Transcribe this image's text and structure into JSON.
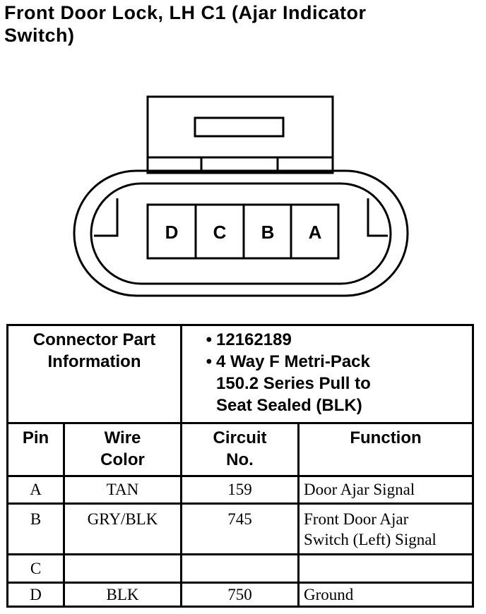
{
  "title": {
    "line1": "Front Door Lock, LH C1 (Ajar Indicator",
    "line2": "Switch)"
  },
  "connector": {
    "pins": [
      "D",
      "C",
      "B",
      "A"
    ]
  },
  "part_info": {
    "label_line1": "Connector Part",
    "label_line2": "Information",
    "items": [
      {
        "bullet": "•",
        "lines": [
          "12162189"
        ]
      },
      {
        "bullet": "•",
        "lines": [
          "4 Way F Metri-Pack",
          "150.2 Series Pull to",
          "Seat Sealed (BLK)"
        ]
      }
    ]
  },
  "table": {
    "headers": {
      "pin": "Pin",
      "wire_color_1": "Wire",
      "wire_color_2": "Color",
      "circuit_1": "Circuit",
      "circuit_2": "No.",
      "function": "Function"
    },
    "rows": [
      {
        "pin": "A",
        "color": "TAN",
        "circuit": "159",
        "function_1": "Door Ajar Signal",
        "function_2": ""
      },
      {
        "pin": "B",
        "color": "GRY/BLK",
        "circuit": "745",
        "function_1": "Front Door Ajar",
        "function_2": "Switch (Left) Signal"
      },
      {
        "pin": "C",
        "color": "",
        "circuit": "",
        "function_1": "",
        "function_2": ""
      },
      {
        "pin": "D",
        "color": "BLK",
        "circuit": "750",
        "function_1": "Ground",
        "function_2": ""
      }
    ]
  }
}
